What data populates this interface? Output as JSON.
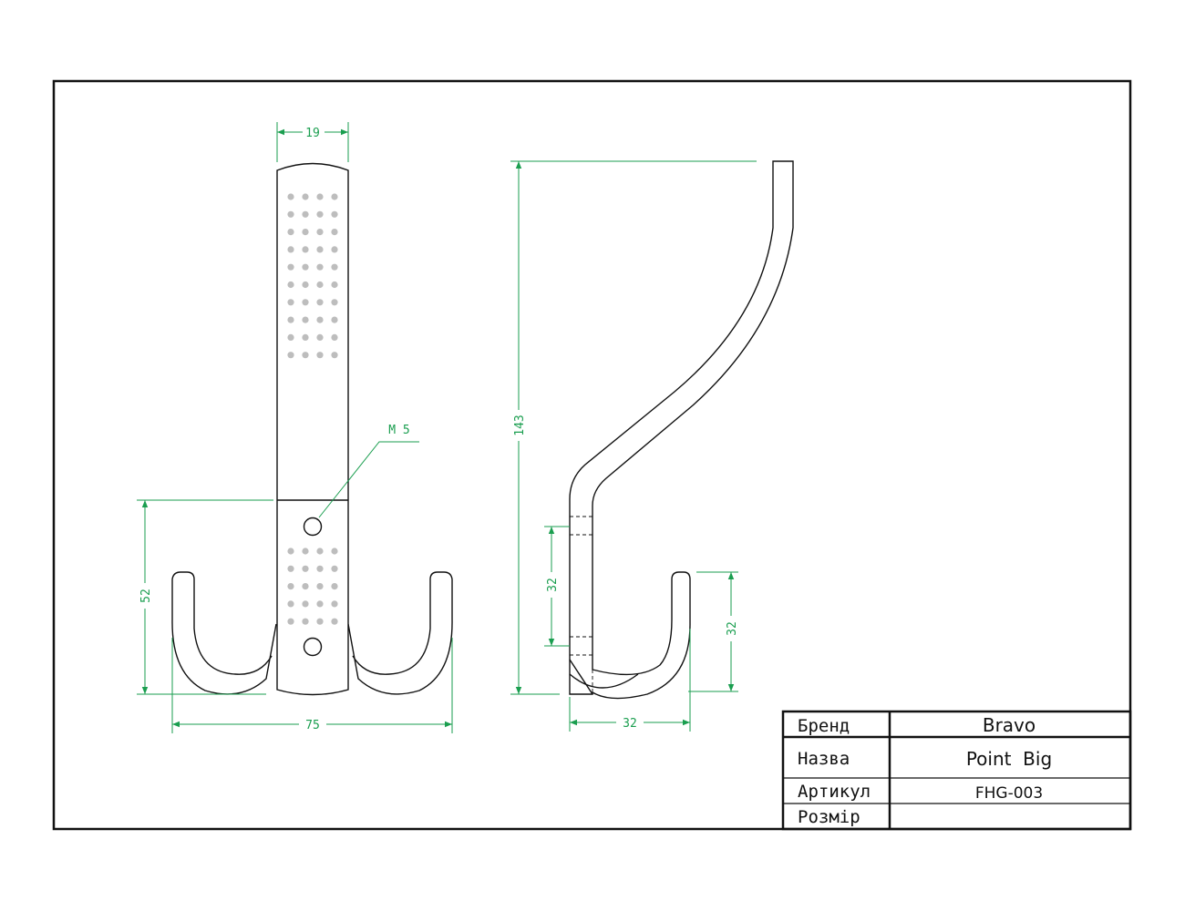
{
  "dimensions": {
    "front_width": "19",
    "thread": "M 5",
    "hook_height": "52",
    "overall_width": "75",
    "total_height": "143",
    "hole_spacing": "32",
    "hook_depth": "32",
    "hook_tip_height": "32"
  },
  "title_block": {
    "rows": [
      {
        "label": "Бренд",
        "value": "Bravo"
      },
      {
        "label": "Назва",
        "value": "Point  Big"
      },
      {
        "label": "Артикул",
        "value": "FHG-003"
      },
      {
        "label": "Розмір",
        "value": ""
      }
    ]
  },
  "colors": {
    "outline": "#111111",
    "dimension": "#1a9e4f",
    "dots": "#bdbdbd"
  }
}
